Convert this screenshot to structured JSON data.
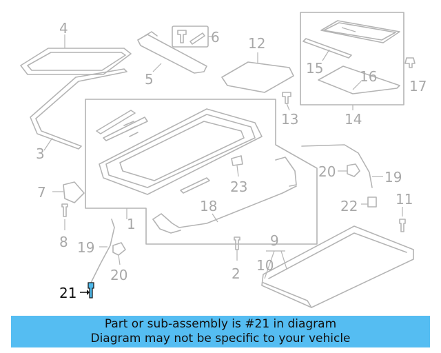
{
  "callouts": {
    "n1": "1",
    "n2": "2",
    "n3": "3",
    "n4": "4",
    "n5": "5",
    "n6": "6",
    "n7": "7",
    "n8": "8",
    "n9": "9",
    "n10": "10",
    "n11": "11",
    "n12": "12",
    "n13": "13",
    "n14": "14",
    "n15": "15",
    "n16": "16",
    "n17": "17",
    "n18": "18",
    "n19a": "19",
    "n19b": "19",
    "n20a": "20",
    "n20b": "20",
    "n21": "21",
    "n22": "22",
    "n23": "23"
  },
  "highlight": {
    "part_number": "21",
    "color": "#4db8ea"
  },
  "banner": {
    "line1": "Part or sub-assembly is #21 in diagram",
    "line2": "Diagram may not be specific to your vehicle",
    "color": "#55bdf2"
  }
}
